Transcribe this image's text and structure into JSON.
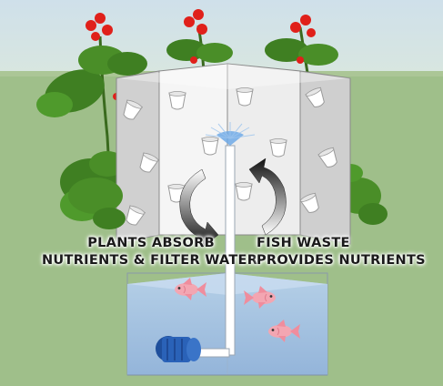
{
  "labels": {
    "plants_line1": "PLANTS ABSORB",
    "plants_line2": "NUTRIENTS & FILTER WATER",
    "fish_line1": "FISH WASTE",
    "fish_line2": "PROVIDES NUTRIENTS"
  },
  "colors": {
    "sky": "#cfe0ea",
    "grass": "#9fbf8a",
    "tower_light": "#f4f4f4",
    "tower_dark": "#c9c9c9",
    "water": "#a9c6e6",
    "pump": "#2a62b8",
    "tomato": "#e0201a",
    "leaf": "#3f7f22",
    "fish": "#f3a6b2"
  },
  "icons": [
    "circular-arrow-down-icon",
    "circular-arrow-up-icon",
    "water-pump-icon",
    "fish-icon",
    "tomato-plant-icon",
    "water-spray-icon"
  ]
}
